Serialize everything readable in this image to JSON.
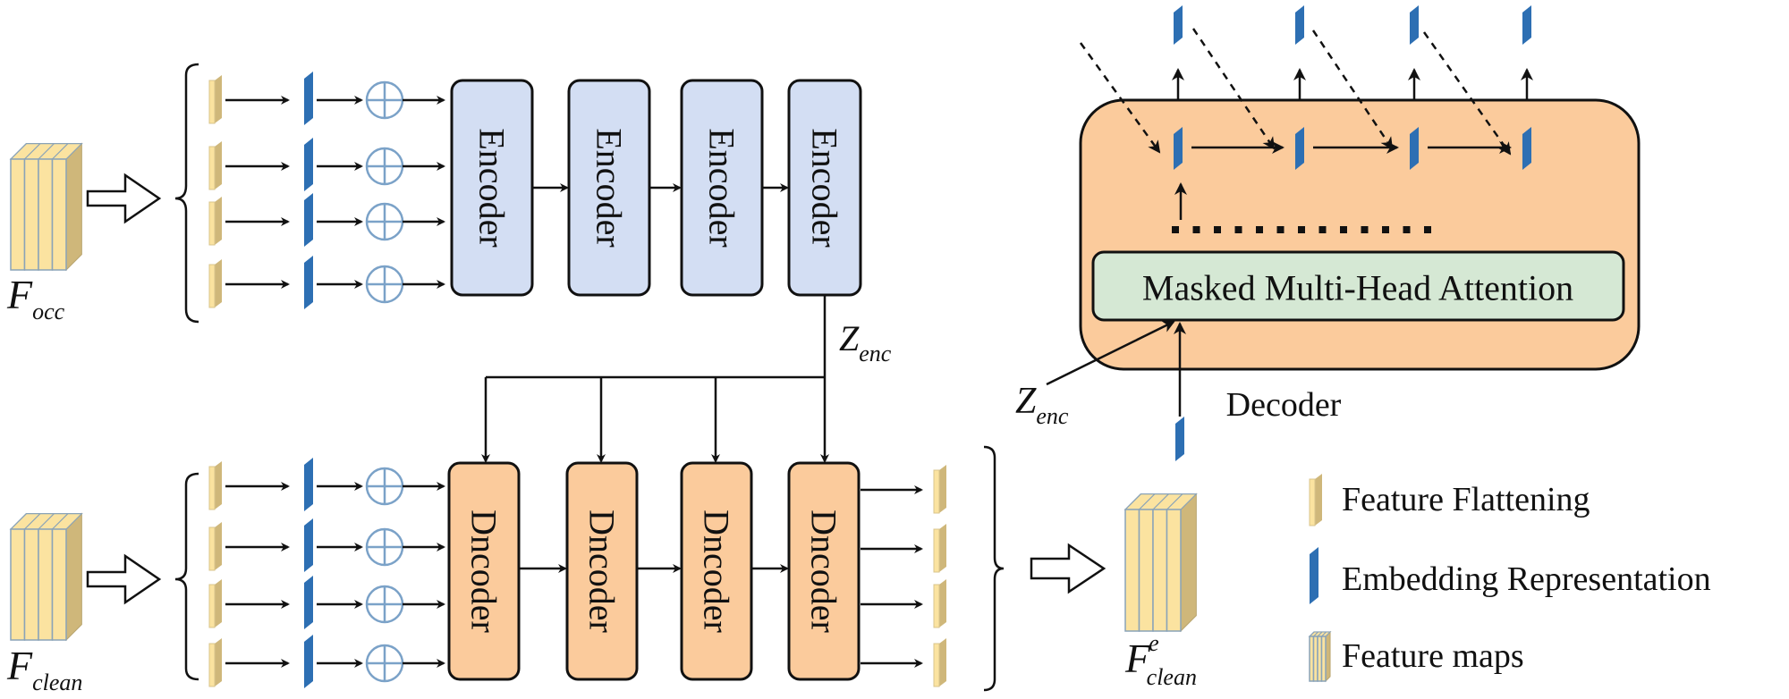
{
  "encoder_branch": {
    "input_label": "F",
    "input_sub": "occ",
    "blocks": [
      "Encoder",
      "Encoder",
      "Encoder",
      "Encoder"
    ],
    "output_label": "Z",
    "output_sub": "enc"
  },
  "decoder_branch": {
    "input_label": "F",
    "input_sub": "clean",
    "blocks": [
      "Dncoder",
      "Dncoder",
      "Dncoder",
      "Dncoder"
    ],
    "output_label": "F",
    "output_sup": "e",
    "output_sub": "clean"
  },
  "decoder_detail": {
    "attention_label": "Masked Multi-Head Attention",
    "caption": "Decoder",
    "zenc_label": "Z",
    "zenc_sub": "enc"
  },
  "legend": {
    "items": [
      {
        "icon": "feature-flattening-icon",
        "label": "Feature Flattening"
      },
      {
        "icon": "embedding-representation-icon",
        "label": "Embedding Representation"
      },
      {
        "icon": "feature-maps-icon",
        "label": "Feature maps"
      }
    ]
  },
  "colors": {
    "encoder_fill": "#d3def3",
    "decoder_fill": "#fbcb9c",
    "attention_fill": "#d5e8d4",
    "embedding_blue": "#2d6fb3",
    "feature_yellow": "#fbe3a0",
    "feature_side": "#cfb77a",
    "plus_circle": "#7ba2c8"
  }
}
